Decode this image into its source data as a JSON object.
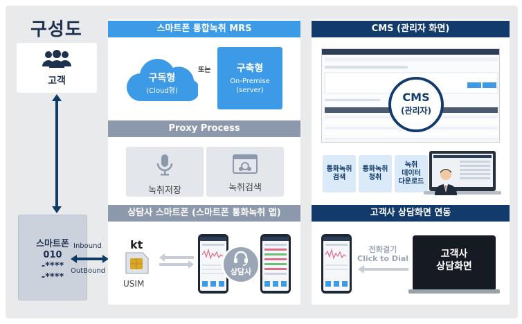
{
  "title": "구성도",
  "customer": {
    "label": "고객"
  },
  "smartphone": {
    "line1": "스마트폰",
    "line2": "010",
    "line3": "-****",
    "line4": "-****"
  },
  "connection": {
    "inbound": "Inbound",
    "outbound": "OutBound"
  },
  "mrs": {
    "header": "스마트폰 통합녹취 MRS",
    "subscription": {
      "title": "구독형",
      "sub": "(Cloud형)"
    },
    "or": "또는",
    "onpremise": {
      "title": "구축형",
      "sub1": "On-Premise",
      "sub2": "(server)"
    }
  },
  "proxy": {
    "header": "Proxy Process",
    "items": [
      {
        "label": "녹취저장"
      },
      {
        "label": "녹취검색"
      }
    ]
  },
  "agent_phone": {
    "header": "상담사 스마트폰 (스마트폰 통화녹취 앱)",
    "carrier": "kt",
    "usim": "USIM",
    "agent": "상담사"
  },
  "cms": {
    "header": "CMS (관리자 화면)",
    "circle_title": "CMS",
    "circle_sub": "(관리자)",
    "features": [
      {
        "label1": "통화녹취",
        "label2": "검색",
        "label3": ""
      },
      {
        "label1": "통화녹취",
        "label2": "청취",
        "label3": ""
      },
      {
        "label1": "녹취",
        "label2": "데이터",
        "label3": "다운로드"
      }
    ]
  },
  "integration": {
    "header": "고객사 상담화면 연동",
    "dial1": "전화걸기",
    "dial2": "Click to Dial",
    "screen1": "고객사",
    "screen2": "상담화면"
  },
  "colors": {
    "navy": "#123b6b",
    "blue": "#3d9ae6",
    "gray": "#8c98ab"
  }
}
